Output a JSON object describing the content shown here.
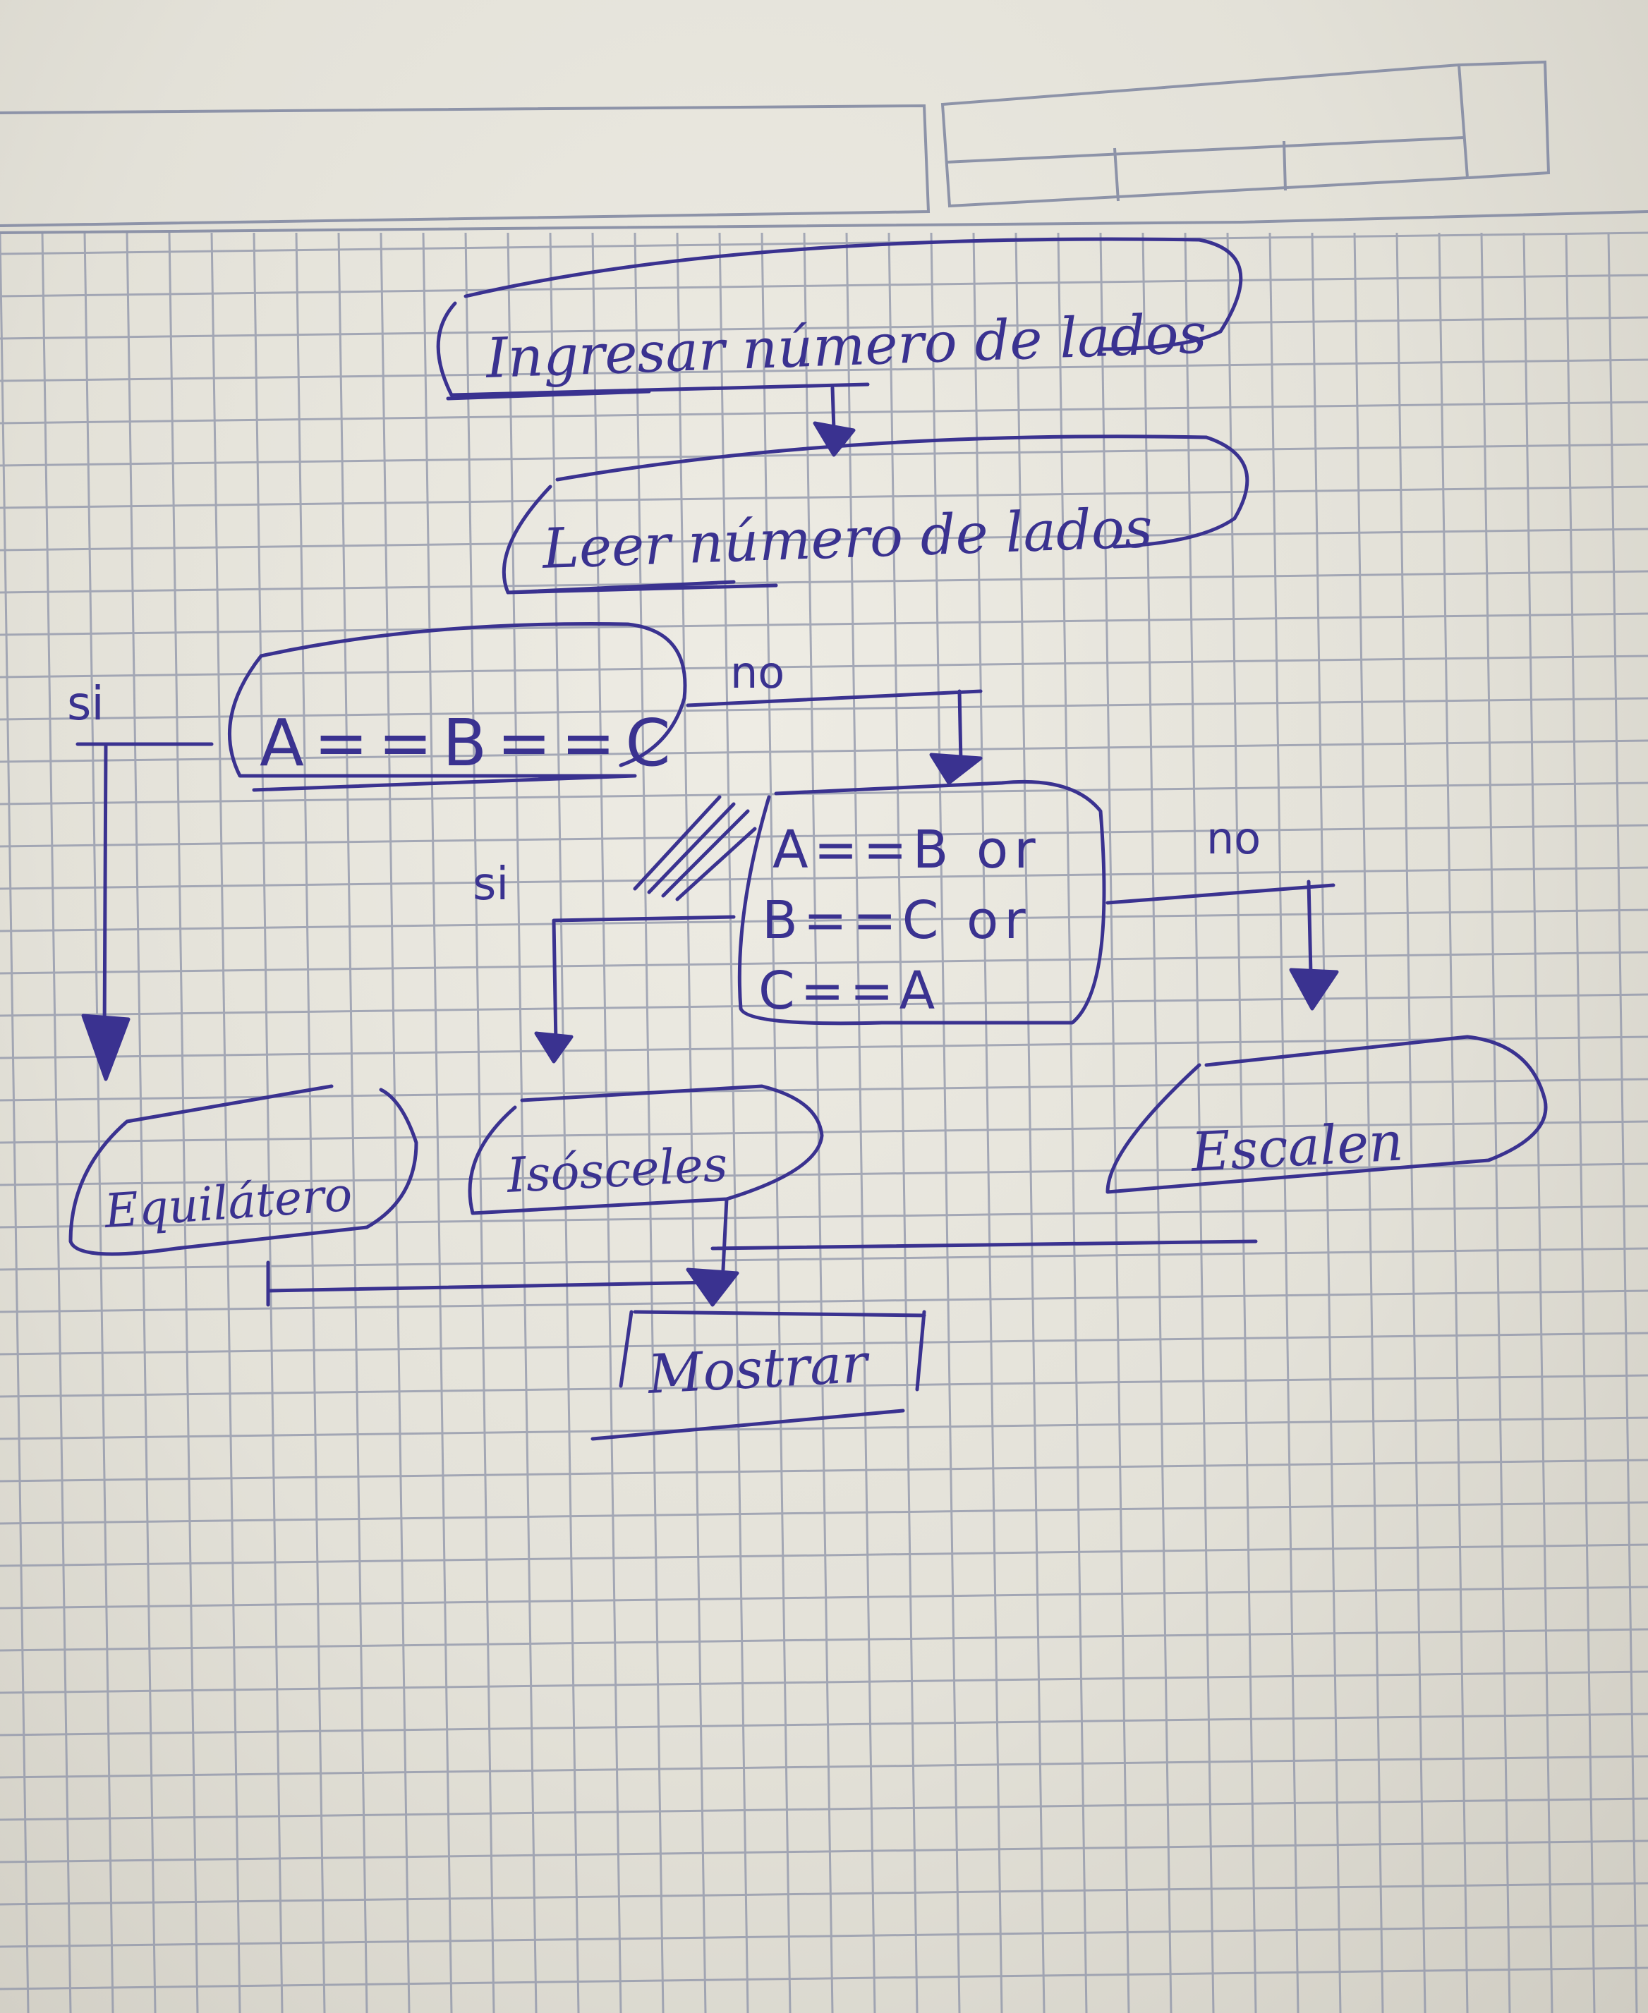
{
  "diagram": {
    "nodes": {
      "input": "Ingresar número de lados",
      "read": "Leer número de lados",
      "cond_equilateral": "A==B==C",
      "cond_isosceles": [
        "A==B or",
        "B==C or",
        "C==A"
      ],
      "equilateral": "Equilátero",
      "isosceles": "Isósceles",
      "scalene": "Escalen",
      "output": "Mostrar"
    },
    "labels": {
      "yes": "si",
      "no": "no"
    }
  },
  "colors": {
    "ink": "#3a3290",
    "grid": "#8d93a8",
    "paper": "#eceae2"
  }
}
